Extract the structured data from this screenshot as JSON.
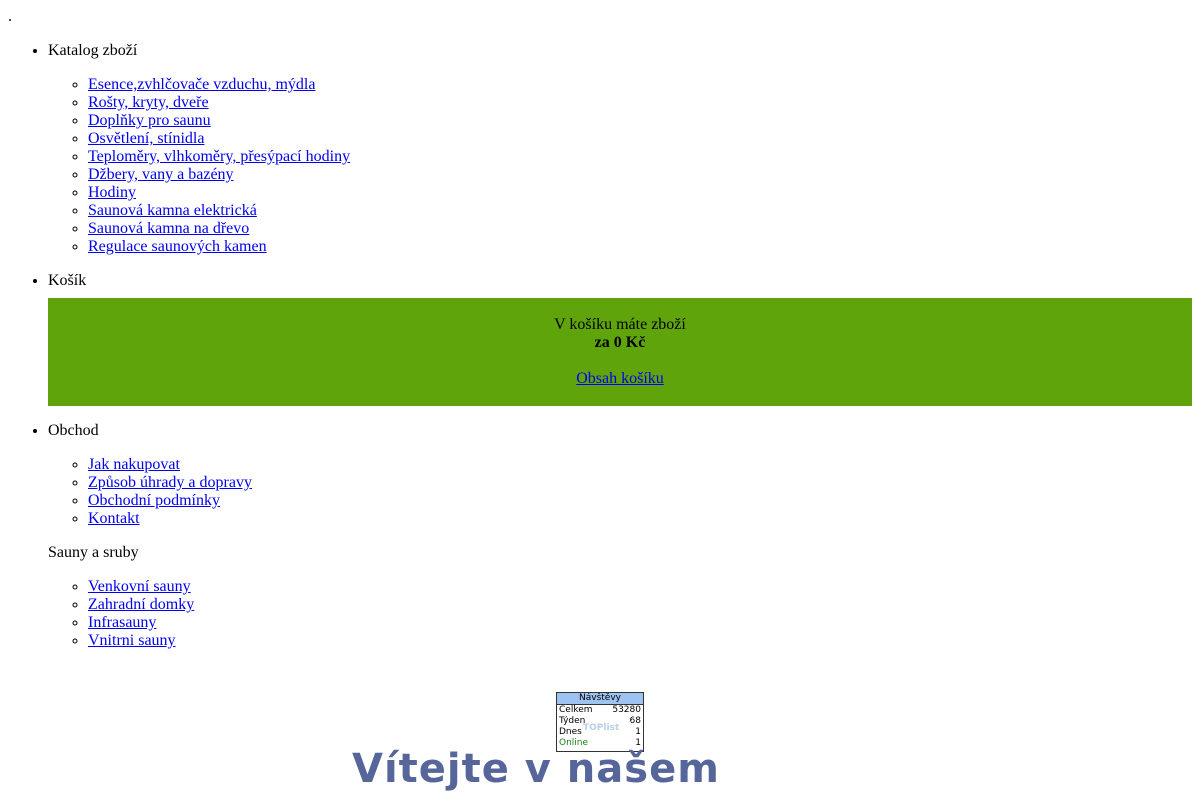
{
  "top_dot": ".",
  "catalog": {
    "title": "Katalog zboží",
    "items": [
      "Esence,zvhlčovače vzduchu, mýdla",
      "Rošty, kryty, dveře",
      "Doplňky pro saunu",
      "Osvětlení, stínidla",
      "Teploměry, vlhkoměry, přesýpací hodiny",
      "Džbery, vany a bazény",
      "Hodiny",
      "Saunová kamna elektrická",
      "Saunová kamna na dřevo",
      "Regulace saunových kamen"
    ]
  },
  "cart": {
    "title": "Košík",
    "message": "V košíku máte zboží",
    "total": "za 0 Kč",
    "link": "Obsah košíku",
    "bg_color": "#5ea40a"
  },
  "shop": {
    "title": "Obchod",
    "items": [
      "Jak nakupovat",
      "Způsob úhrady a dopravy",
      "Obchodní podmínky",
      "Kontakt"
    ]
  },
  "saunas": {
    "title": "Sauny a sruby",
    "items": [
      "Venkovní sauny",
      "Zahradní domky",
      "Infrasauny",
      "Vnitrni  sauny"
    ]
  },
  "counter": {
    "header": "Návštěvy",
    "rows": [
      {
        "label": "Celkem",
        "value": "53280"
      },
      {
        "label": "Týden",
        "value": "68"
      },
      {
        "label": "Dnes",
        "value": "1"
      },
      {
        "label": "Online",
        "value": "1"
      }
    ],
    "watermark": "TOPlist"
  },
  "welcome_text": "Vítejte v našem"
}
